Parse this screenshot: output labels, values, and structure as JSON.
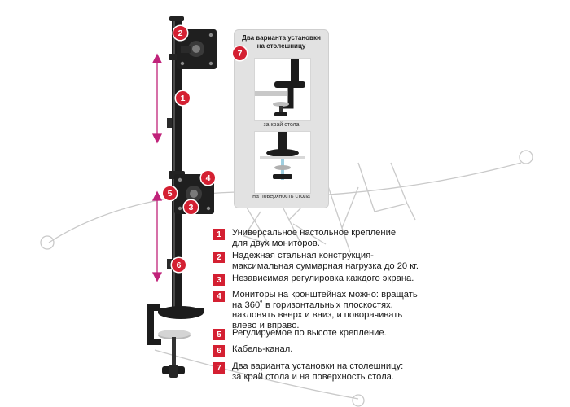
{
  "inset": {
    "title_line1": "Два варианта установки",
    "title_line2": "на столешницу",
    "badge": "7",
    "caption_top": "за край стола",
    "caption_bottom": "на поверхность стола"
  },
  "callouts": {
    "b1": "1",
    "b2": "2",
    "b3": "3",
    "b4": "4",
    "b5": "5",
    "b6": "6"
  },
  "legend": [
    {
      "num": "1",
      "lines": [
        "Универсальное настольное крепление",
        "для двух мониторов."
      ]
    },
    {
      "num": "2",
      "lines": [
        "Надежная стальная конструкция-",
        "максимальная суммарная нагрузка до 20 кг."
      ]
    },
    {
      "num": "3",
      "lines": [
        "Независимая регулировка каждого экрана."
      ]
    },
    {
      "num": "4",
      "lines": [
        "Мониторы на кронштейнах можно: вращать",
        "на 360˚ в горизонтальных плоскостях,",
        "наклонять вверх и вниз, и поворачивать",
        "влево и вправо."
      ]
    },
    {
      "num": "5",
      "lines": [
        "Регулируемое по высоте крепление."
      ]
    },
    {
      "num": "6",
      "lines": [
        "Кабель-канал."
      ]
    },
    {
      "num": "7",
      "lines": [
        "Два варианта установки на столешницу:",
        "за край стола и на поверхность стола."
      ]
    }
  ],
  "colors": {
    "accent": "#d42032",
    "arrow": "#c0237a",
    "metal": "#1c1c1c"
  },
  "icons": [
    "monitor-vesa-plate",
    "height-arrow",
    "desk-clamp",
    "watermark-logo"
  ]
}
